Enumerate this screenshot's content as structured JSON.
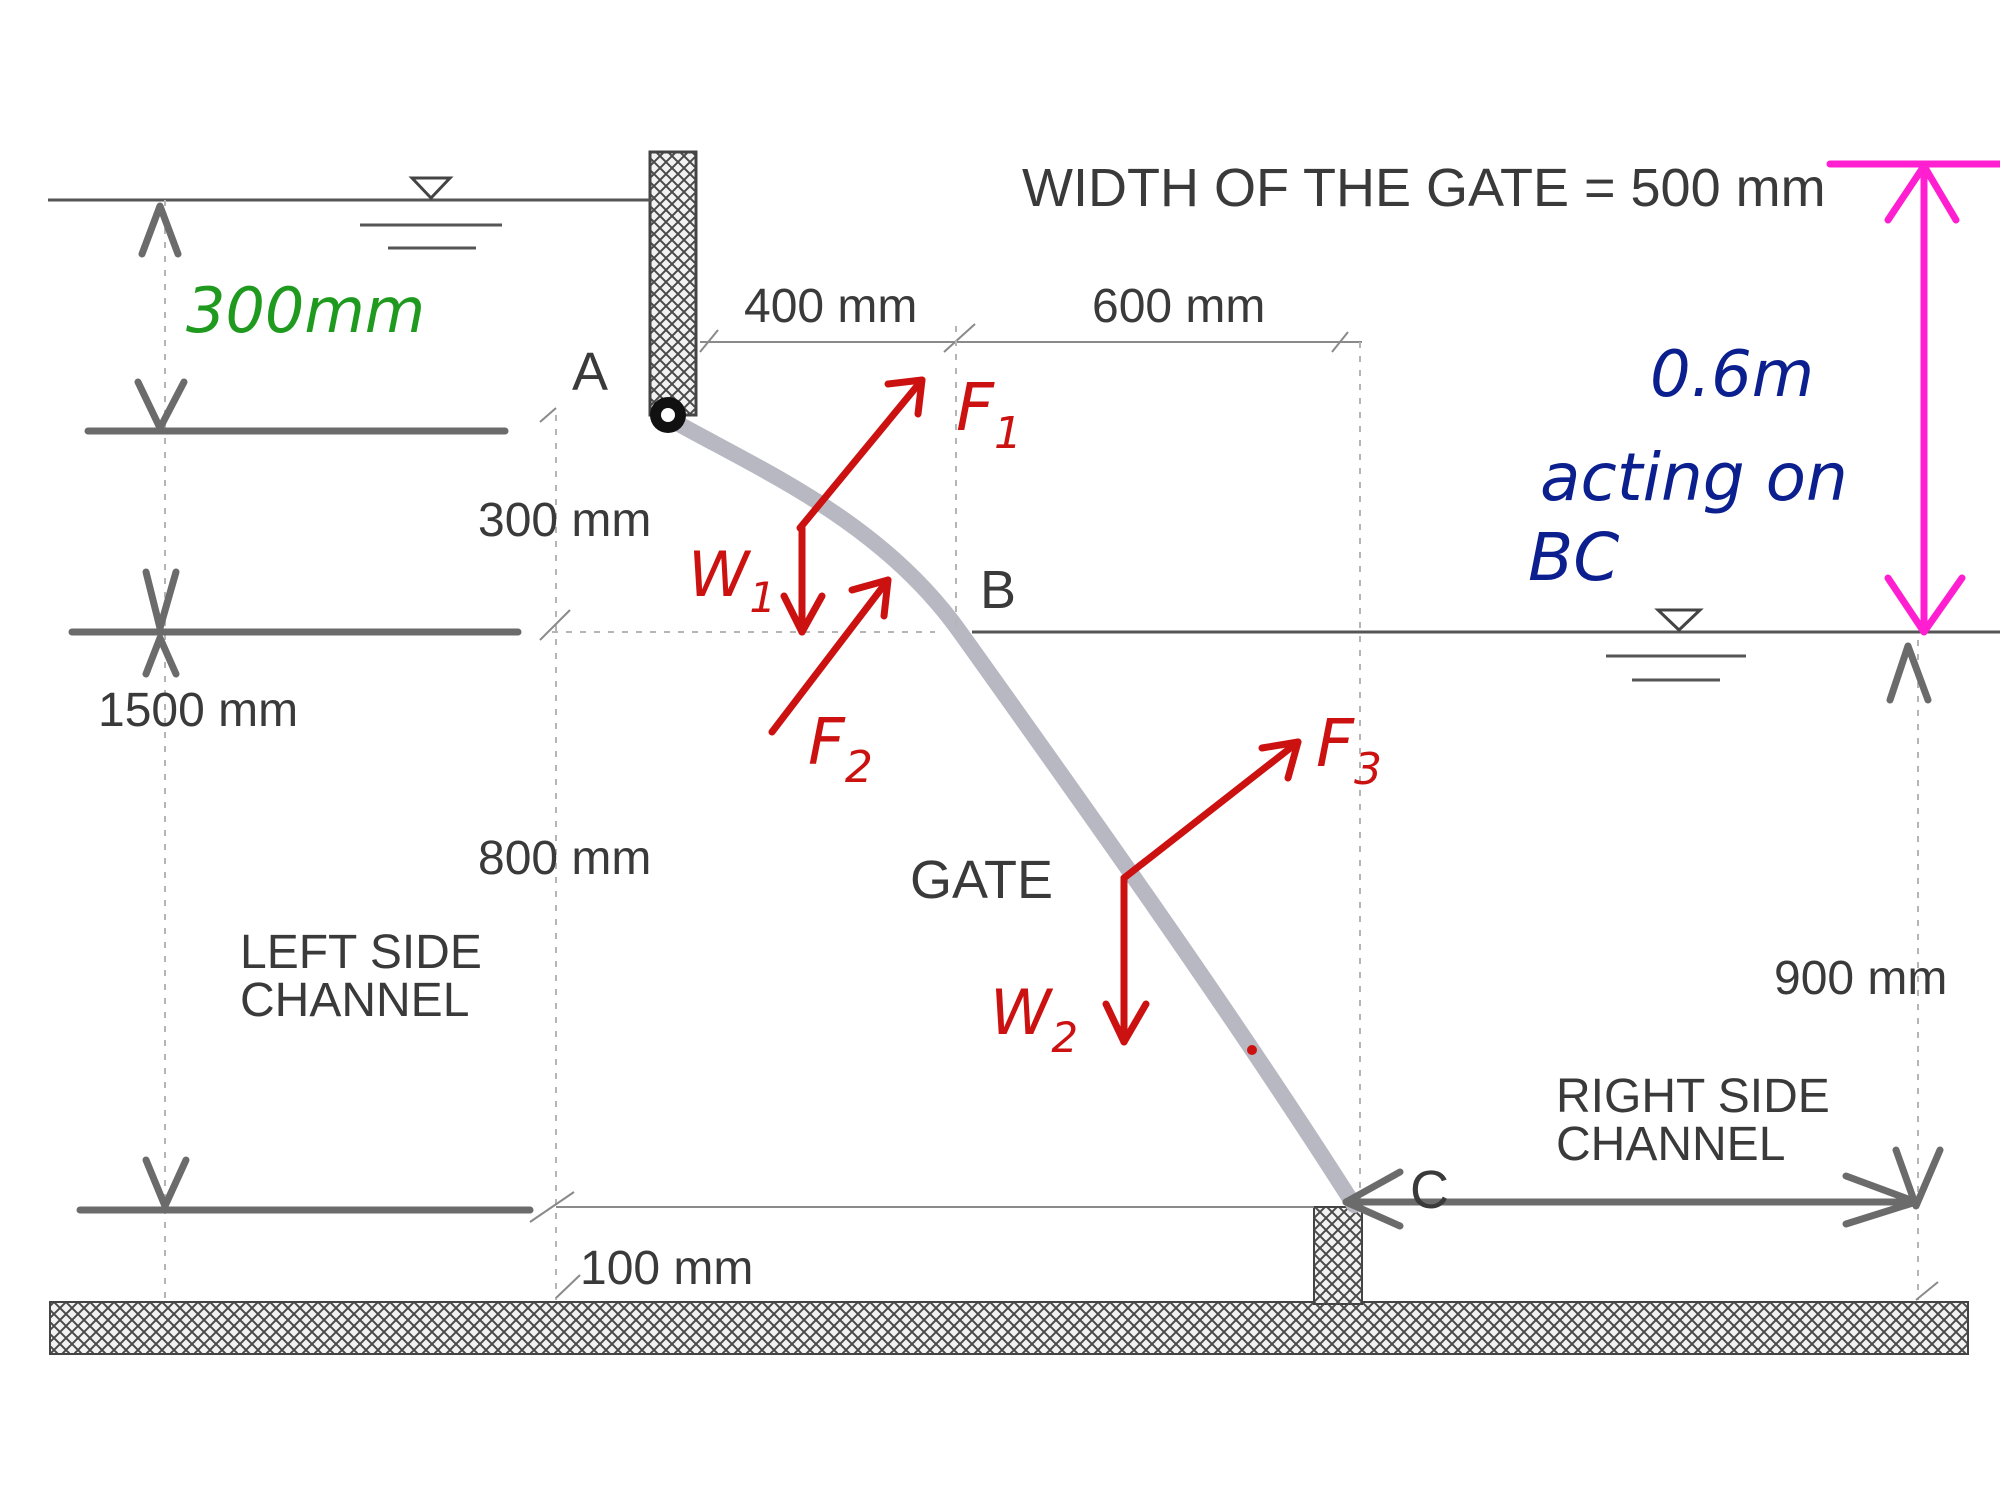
{
  "labels": {
    "width_of_gate": "WIDTH OF THE GATE = 500 mm",
    "dim_400": "400 mm",
    "dim_600": "600 mm",
    "point_a": "A",
    "point_b": "B",
    "point_c": "C",
    "dim_300": "300 mm",
    "dim_1500": "1500 mm",
    "dim_800": "800 mm",
    "gate": "GATE",
    "left_side_line1": "LEFT SIDE",
    "left_side_line2": "CHANNEL",
    "dim_900": "900 mm",
    "right_side_line1": "RIGHT SIDE",
    "right_side_line2": "CHANNEL",
    "dim_100": "100 mm"
  },
  "annotations": {
    "green_depth": "300mm",
    "blue_line1": "0.6m",
    "blue_line2": "acting on",
    "blue_line3": "BC",
    "force_f1": "F",
    "force_f1_sub": "1",
    "force_f2": "F",
    "force_f2_sub": "2",
    "force_f3": "F",
    "force_f3_sub": "3",
    "weight_w1": "W",
    "weight_w1_sub": "1",
    "weight_w2": "W",
    "weight_w2_sub": "2"
  },
  "colors": {
    "handwriting_red": "#cc1111",
    "handwriting_blue": "#0b1f8f",
    "handwriting_green": "#1f9a1f",
    "handwriting_pink": "#ff1fd0",
    "hatch": "#4a4a4a"
  }
}
